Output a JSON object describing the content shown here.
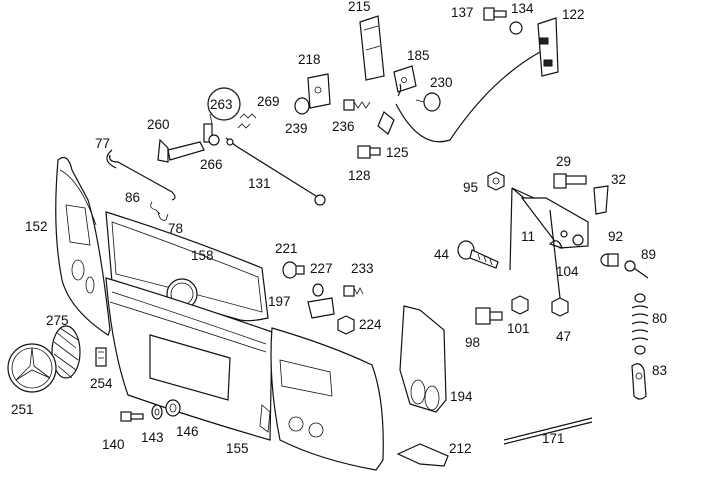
{
  "diagram": {
    "callouts": [
      {
        "id": "215",
        "text": "215"
      },
      {
        "id": "137",
        "text": "137"
      },
      {
        "id": "134",
        "text": "134"
      },
      {
        "id": "122",
        "text": "122"
      },
      {
        "id": "218",
        "text": "218"
      },
      {
        "id": "185",
        "text": "185"
      },
      {
        "id": "230",
        "text": "230"
      },
      {
        "id": "263",
        "text": "263"
      },
      {
        "id": "269",
        "text": "269"
      },
      {
        "id": "260",
        "text": "260"
      },
      {
        "id": "239",
        "text": "239"
      },
      {
        "id": "236",
        "text": "236"
      },
      {
        "id": "77",
        "text": "77"
      },
      {
        "id": "266",
        "text": "266"
      },
      {
        "id": "125",
        "text": "125"
      },
      {
        "id": "131",
        "text": "131"
      },
      {
        "id": "128",
        "text": "128"
      },
      {
        "id": "29",
        "text": "29"
      },
      {
        "id": "32",
        "text": "32"
      },
      {
        "id": "95",
        "text": "95"
      },
      {
        "id": "86",
        "text": "86"
      },
      {
        "id": "152",
        "text": "152"
      },
      {
        "id": "78",
        "text": "78"
      },
      {
        "id": "11",
        "text": "11"
      },
      {
        "id": "92",
        "text": "92"
      },
      {
        "id": "158",
        "text": "158"
      },
      {
        "id": "221",
        "text": "221"
      },
      {
        "id": "44",
        "text": "44"
      },
      {
        "id": "89",
        "text": "89"
      },
      {
        "id": "227",
        "text": "227"
      },
      {
        "id": "233",
        "text": "233"
      },
      {
        "id": "104",
        "text": "104"
      },
      {
        "id": "197",
        "text": "197"
      },
      {
        "id": "275",
        "text": "275"
      },
      {
        "id": "80",
        "text": "80"
      },
      {
        "id": "224",
        "text": "224"
      },
      {
        "id": "101",
        "text": "101"
      },
      {
        "id": "98",
        "text": "98"
      },
      {
        "id": "47",
        "text": "47"
      },
      {
        "id": "254",
        "text": "254"
      },
      {
        "id": "83",
        "text": "83"
      },
      {
        "id": "194",
        "text": "194"
      },
      {
        "id": "251",
        "text": "251"
      },
      {
        "id": "140",
        "text": "140"
      },
      {
        "id": "143",
        "text": "143"
      },
      {
        "id": "146",
        "text": "146"
      },
      {
        "id": "155",
        "text": "155"
      },
      {
        "id": "171",
        "text": "171"
      },
      {
        "id": "212",
        "text": "212"
      }
    ]
  }
}
